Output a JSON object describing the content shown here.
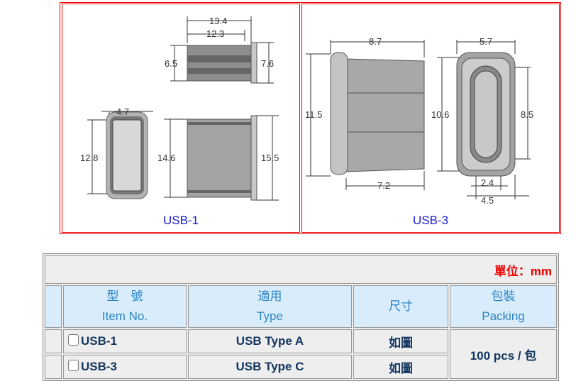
{
  "figures": [
    {
      "caption": "USB-1",
      "dims": [
        "13.4",
        "12.3",
        "6.5",
        "7.6",
        "4.7",
        "12.8",
        "14.6",
        "15.5"
      ]
    },
    {
      "caption": "USB-3",
      "dims": [
        "8.7",
        "11.5",
        "7.2",
        "5.7",
        "10.6",
        "8.5",
        "2.4",
        "4.5"
      ]
    }
  ],
  "table": {
    "unit": "單位：mm",
    "headers": [
      {
        "zh": "型　號",
        "en": "Item No."
      },
      {
        "zh": "適用",
        "en": "Type"
      },
      {
        "zh": "尺寸",
        "en": ""
      },
      {
        "zh": "包裝",
        "en": "Packing"
      }
    ],
    "rows": [
      {
        "item": "USB-1",
        "type": "USB Type A",
        "size": "如圖"
      },
      {
        "item": "USB-3",
        "type": "USB Type C",
        "size": "如圖"
      }
    ],
    "packing": "100 pcs / 包"
  }
}
